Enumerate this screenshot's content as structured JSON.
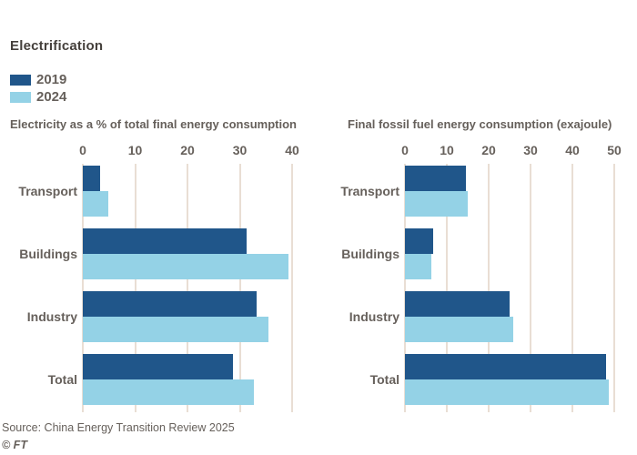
{
  "header": {
    "title": "Electrification",
    "legend": [
      {
        "label": "2019",
        "color": "#20568a"
      },
      {
        "label": "2024",
        "color": "#94d2e6"
      }
    ]
  },
  "footer": {
    "source": "Source: China Energy Transition Review 2025",
    "copyright": "© FT"
  },
  "colors": {
    "series_2019": "#20568a",
    "series_2024": "#94d2e6",
    "gridline": "#e9ded4",
    "text": "#66605b",
    "title_text": "#45403c",
    "background": "#ffffff"
  },
  "chart_data": [
    {
      "type": "bar",
      "orientation": "horizontal",
      "title": "Electricity as a % of total final energy consumption",
      "categories": [
        "Transport",
        "Buildings",
        "Industry",
        "Total"
      ],
      "series": [
        {
          "name": "2019",
          "values": [
            3.3,
            31.3,
            33.3,
            28.7
          ]
        },
        {
          "name": "2024",
          "values": [
            4.9,
            39.3,
            35.4,
            32.7
          ]
        }
      ],
      "xlim": [
        0,
        40
      ],
      "xticks": [
        0,
        10,
        20,
        30,
        40
      ],
      "grid": "vertical",
      "legend_position": "top-left"
    },
    {
      "type": "bar",
      "orientation": "horizontal",
      "title": "Final fossil fuel energy consumption (exajoule)",
      "categories": [
        "Transport",
        "Buildings",
        "Industry",
        "Total"
      ],
      "series": [
        {
          "name": "2019",
          "values": [
            14.6,
            6.8,
            25.0,
            48.0
          ]
        },
        {
          "name": "2024",
          "values": [
            14.9,
            6.4,
            25.8,
            48.7
          ]
        }
      ],
      "xlim": [
        0,
        50
      ],
      "xticks": [
        0,
        10,
        20,
        30,
        40,
        50
      ],
      "grid": "vertical",
      "legend_position": "top-left"
    }
  ]
}
